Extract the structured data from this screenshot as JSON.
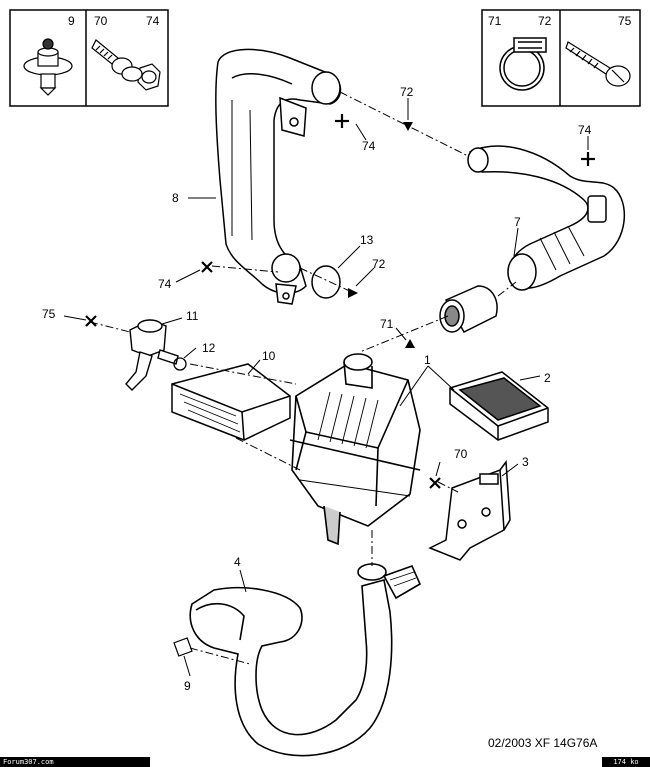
{
  "legend_left": {
    "labels": [
      "9",
      "70",
      "74"
    ]
  },
  "legend_right": {
    "labels": [
      "71",
      "72",
      "75"
    ]
  },
  "callouts": {
    "c8": "8",
    "c74_top": "74",
    "c72_top": "72",
    "c74_right": "74",
    "c7": "7",
    "c13": "13",
    "c72_mid": "72",
    "c74_left": "74",
    "c75": "75",
    "c11": "11",
    "c12": "12",
    "c10": "10",
    "c71": "71",
    "c1": "1",
    "c2": "2",
    "c70": "70",
    "c3": "3",
    "c4": "4",
    "c9": "9"
  },
  "reference": "02/2003  XF 14G76A",
  "footer": {
    "left": "Forum307.com",
    "right": "174 ko"
  }
}
